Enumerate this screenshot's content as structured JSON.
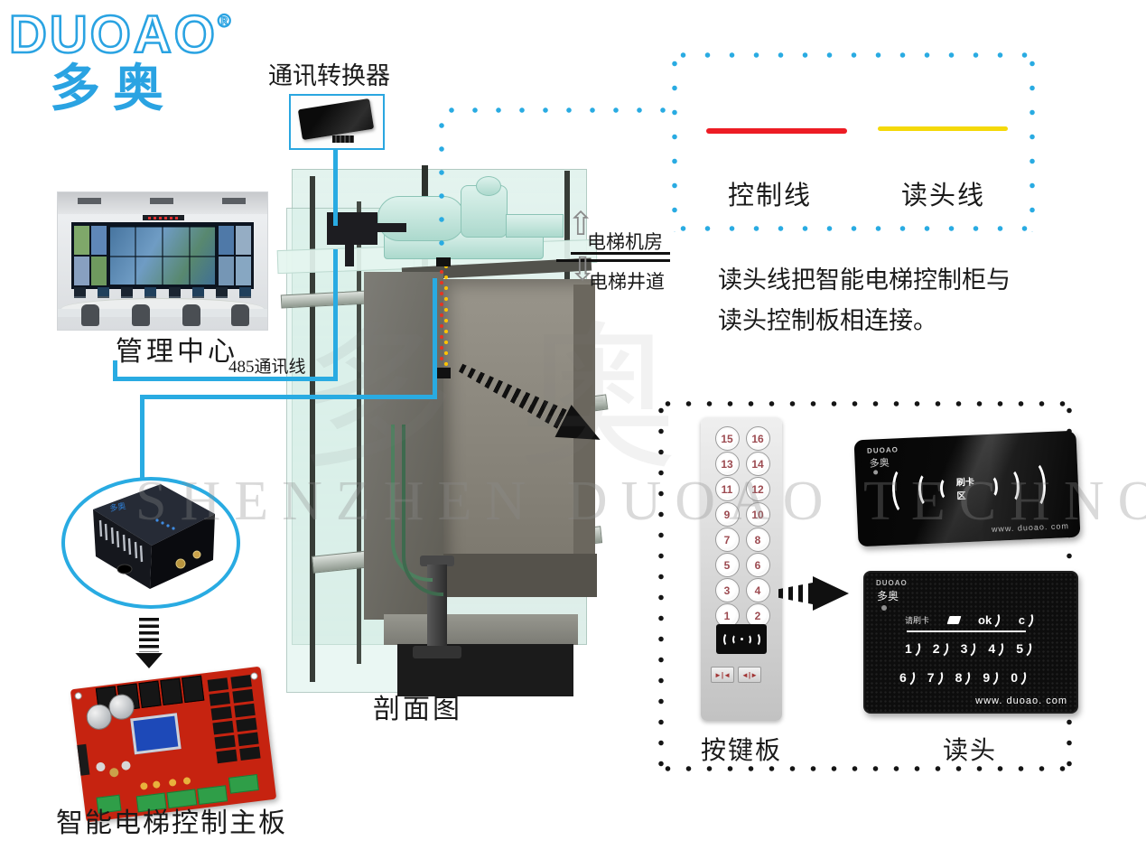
{
  "logo": {
    "brand": "DUOAO",
    "registered": "®",
    "brand_cn": "多奥"
  },
  "converter": {
    "label": "通讯转换器"
  },
  "management": {
    "label": "管理中心"
  },
  "line485": {
    "label": "485通讯线"
  },
  "mainboard": {
    "label": "智能电梯控制主板"
  },
  "elevator": {
    "section_label": "剖面图",
    "machine_room": "电梯机房",
    "shaft": "电梯井道",
    "up_arrow": "⇧",
    "down_arrow": "⇩"
  },
  "legend": {
    "control_line": "控制线",
    "reader_line": "读头线"
  },
  "note": {
    "line1": "读头线把智能电梯控制柜与",
    "line2": "读头控制板相连接。"
  },
  "panel": {
    "label": "按键板",
    "buttons": [
      "15",
      "16",
      "13",
      "14",
      "11",
      "12",
      "9",
      "10",
      "7",
      "8",
      "5",
      "6",
      "3",
      "4",
      "1",
      "2"
    ],
    "door_close": "►|◄",
    "door_open": "◄|►"
  },
  "reader": {
    "label": "读头",
    "brand": "DUOAO",
    "brand_cn": "多奥",
    "swipe_hint": "请刷卡",
    "ok": "ok",
    "clear": "c",
    "digits": [
      "1",
      "2",
      "3",
      "4",
      "5",
      "6",
      "7",
      "8",
      "9",
      "0"
    ],
    "website": "www. duoao. com"
  },
  "card": {
    "brand": "DUOAO",
    "brand_cn": "多奥",
    "swipe_area": "刷卡区",
    "website": "www. duoao. com"
  },
  "watermark": {
    "latin": "SHENZHEN DUOAO TECHNOLOGY CO., L",
    "cn": "多奥"
  },
  "colors": {
    "accent_blue": "#29abe2",
    "control_line_red": "#ed1c24",
    "reader_line_yellow": "#f5d90a"
  }
}
